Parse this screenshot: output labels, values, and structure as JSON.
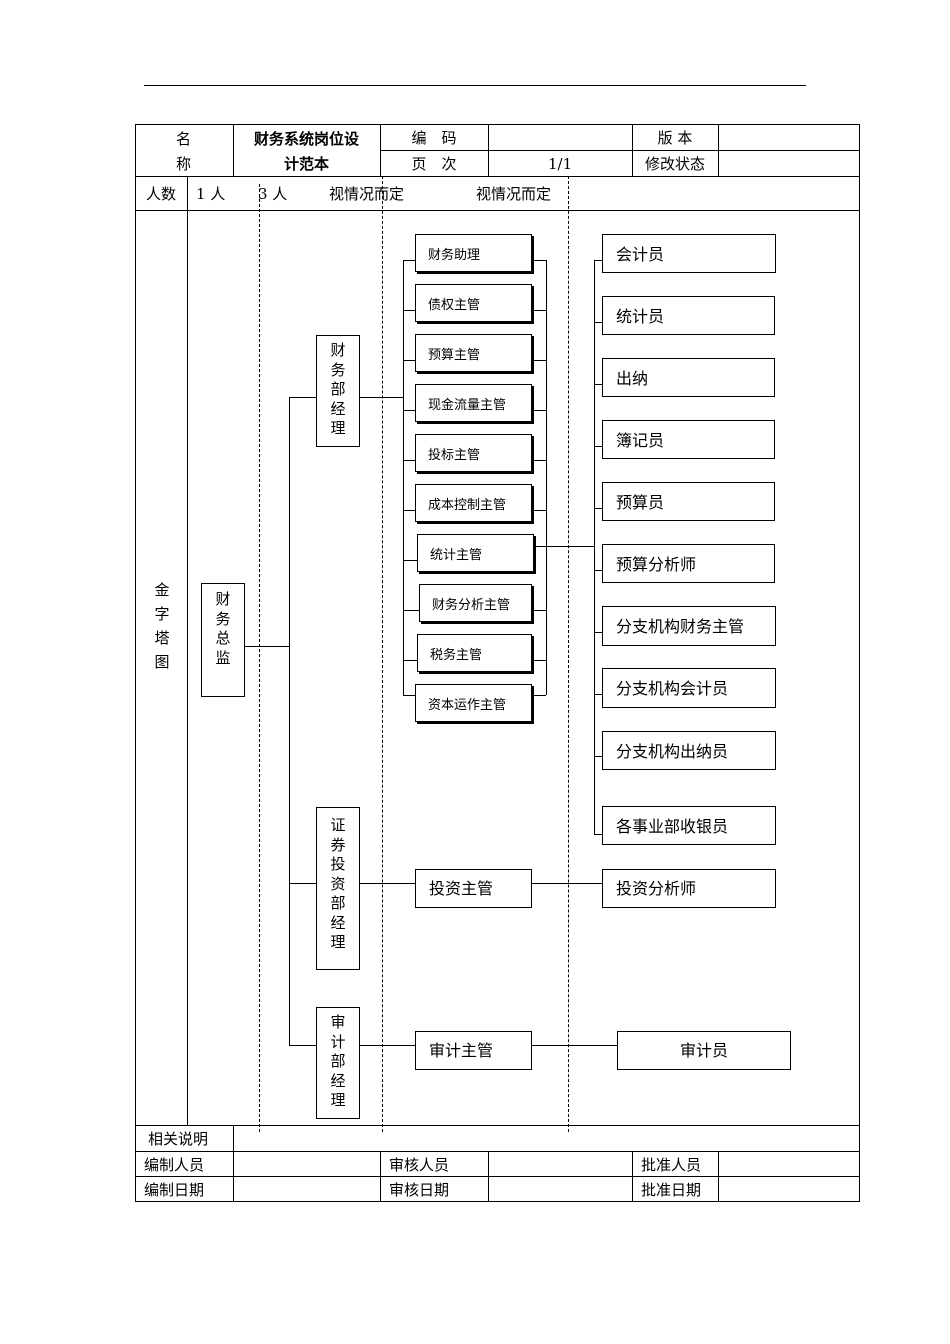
{
  "header": {
    "name_label": [
      "名",
      "称"
    ],
    "title_lines": [
      "财务系统岗位设",
      "计范本"
    ],
    "code_label": "编　码",
    "code_value": "",
    "version_label": "版 本",
    "version_value": "",
    "page_label": "页　次",
    "page_value": "1/1",
    "revision_label": "修改状态",
    "revision_value": ""
  },
  "headcount": {
    "label": "人数",
    "values": [
      "1 人",
      "3 人",
      "视情况而定",
      "视情况而定"
    ]
  },
  "pyramid": {
    "label": [
      "金",
      "字",
      "塔",
      "图"
    ],
    "director": [
      "财",
      "务",
      "总",
      "监"
    ],
    "managers": [
      [
        "财",
        "务",
        "部",
        "经",
        "理"
      ],
      [
        "证",
        "券",
        "投",
        "资",
        "部",
        "经",
        "理"
      ],
      [
        "审",
        "计",
        "部",
        "经",
        "理"
      ]
    ],
    "finance_supervisors": [
      "财务助理",
      "债权主管",
      "预算主管",
      "现金流量主管",
      "投标主管",
      "成本控制主管",
      "统计主管",
      "财务分析主管",
      "税务主管",
      "资本运作主管"
    ],
    "finance_staff": [
      "会计员",
      "统计员",
      "出纳",
      "簿记员",
      "预算员",
      "预算分析师",
      "分支机构财务主管",
      "分支机构会计员",
      "分支机构出纳员",
      "各事业部收银员"
    ],
    "investment_supervisor": "投资主管",
    "investment_staff": "投资分析师",
    "audit_supervisor": "审计主管",
    "audit_staff": "审计员"
  },
  "footer": {
    "notes_label": "相关说明",
    "notes_value": "",
    "prepared_by_label": "编制人员",
    "reviewed_by_label": "审核人员",
    "approved_by_label": "批准人员",
    "prepared_date_label": "编制日期",
    "reviewed_date_label": "审核日期",
    "approved_date_label": "批准日期"
  }
}
